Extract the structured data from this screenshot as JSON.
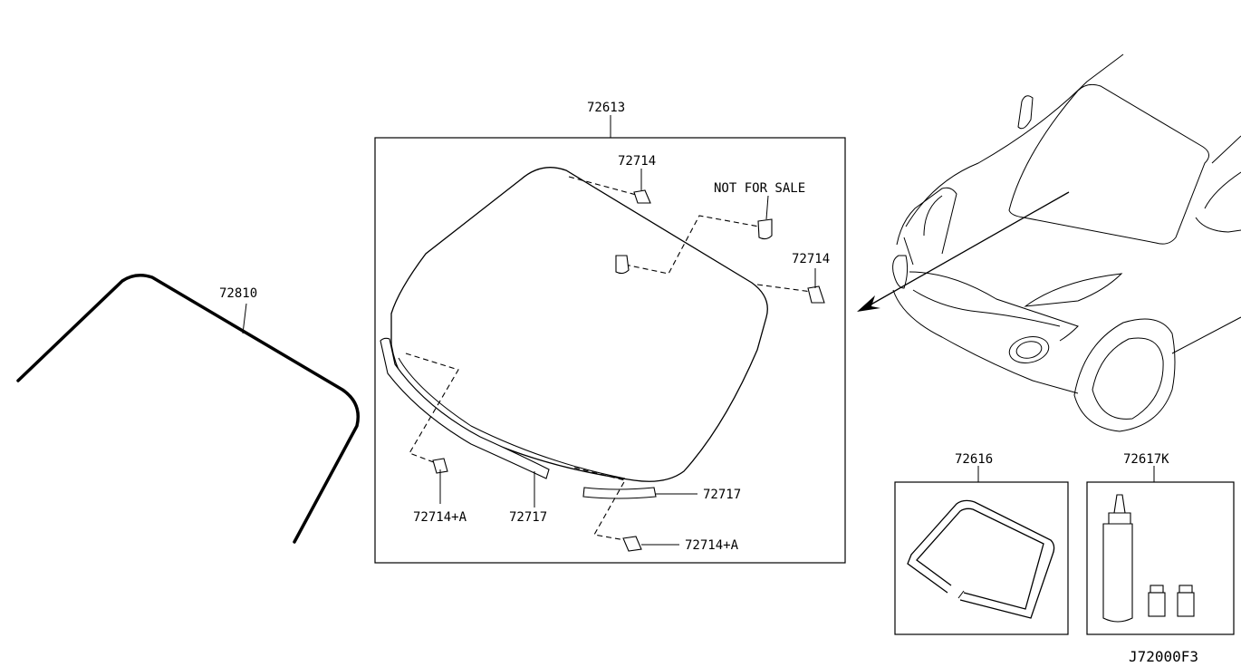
{
  "diagram": {
    "labels": {
      "glass": "72613",
      "clip_top": "72714",
      "not_for_sale": "NOT FOR SALE",
      "clip_right": "72714",
      "molding": "72810",
      "clip_a_left": "72714+A",
      "spacer_left": "72717",
      "spacer_right": "72717",
      "clip_a_right": "72714+A",
      "dam_kit": "72616",
      "adhesive_kit": "72617K",
      "figure_code": "J72000F3"
    }
  }
}
